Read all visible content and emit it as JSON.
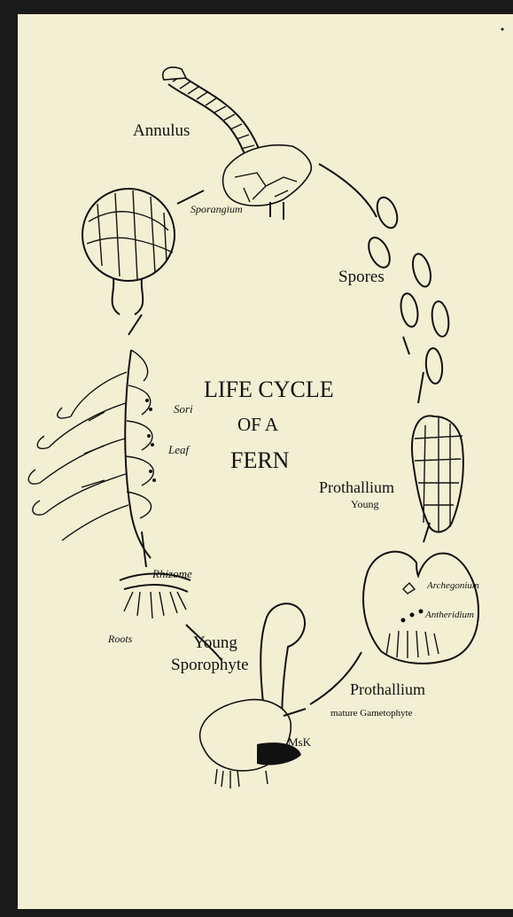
{
  "title": {
    "line1": "LIFE CYCLE",
    "line2": "OF A",
    "line3": "FERN"
  },
  "labels": {
    "annulus": "Annulus",
    "sporangium": "Sporangium",
    "spores": "Spores",
    "sori": "Sori",
    "leaf": "Leaf",
    "rhizome": "Rhizome",
    "roots": "Roots",
    "young_sporophyte_1": "Young",
    "young_sporophyte_2": "Sporophyte",
    "prothallium_young_1": "Prothallium",
    "prothallium_young_2": "Young",
    "archegonium": "Archegonium",
    "antheridium": "Antheridium",
    "prothallium_mature_1": "Prothallium",
    "prothallium_mature_2": "mature Gametophyte",
    "signature": "MsK"
  },
  "colors": {
    "background": "#f3efd3",
    "border": "#111111",
    "ink": "#111111"
  }
}
